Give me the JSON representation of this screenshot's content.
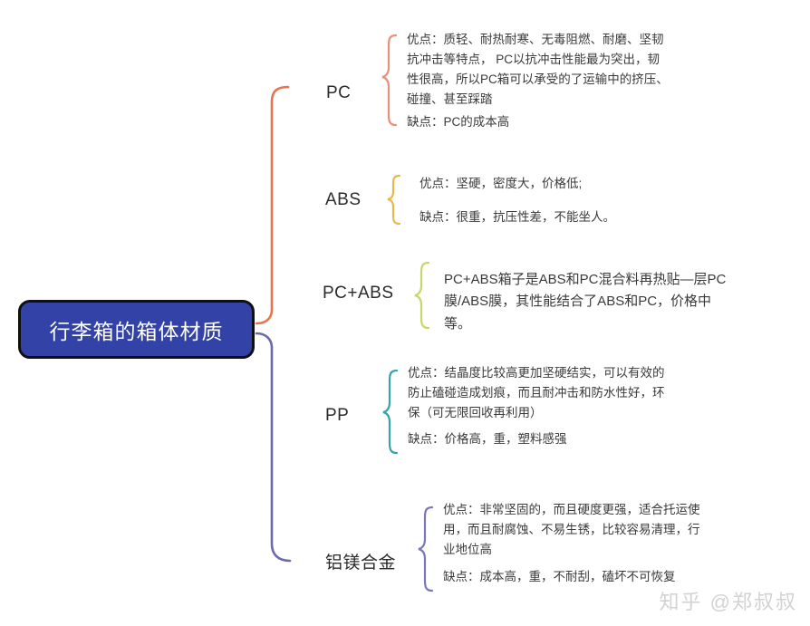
{
  "root": {
    "label": "行李箱的箱体材质",
    "fill_color": "#3342a6",
    "border_color": "#101010",
    "text_color": "#ffffff"
  },
  "connectors": {
    "upper_color": "#e8744f",
    "lower_color": "#6b6aad"
  },
  "branches": [
    {
      "id": "pc",
      "title": "PC",
      "brace_color": "#e8907c",
      "details": [
        "优点：质轻、耐热耐寒、无毒阻燃、耐磨、坚韧\n抗冲击等特点， PC以抗冲击性能最为突出，韧\n性很高，所以PC箱可以承受的了运输中的挤压、\n碰撞、甚至踩踏",
        "缺点：PC的成本高"
      ]
    },
    {
      "id": "abs",
      "title": "ABS",
      "brace_color": "#e8b94a",
      "details": [
        "优点：坚硬，密度大，价格低;",
        "缺点：很重，抗压性差，不能坐人。"
      ]
    },
    {
      "id": "pc-abs",
      "title": "PC+ABS",
      "brace_color": "#c3d86a",
      "details": [
        "PC+ABS箱子是ABS和PC混合料再热贴—层PC\n膜/ABS膜，其性能结合了ABS和PC，价格中\n等。"
      ]
    },
    {
      "id": "pp",
      "title": "PP",
      "brace_color": "#35a3a8",
      "details": [
        "优点：结晶度比较高更加坚硬结实，可以有效的\n防止磕碰造成划痕，而且耐冲击和防水性好，环\n保（可无限回收再利用）",
        "缺点：价格高，重，塑料感强"
      ]
    },
    {
      "id": "al-mg",
      "title": "铝镁合金",
      "brace_color": "#7a78b8",
      "details": [
        "优点：非常坚固的，而且硬度更强，适合托运使\n用，而且耐腐蚀、不易生锈，比较容易清理，行\n业地位高",
        "缺点：成本高，重，不耐刮，磕坏不可恢复"
      ]
    }
  ],
  "watermark": "知乎 @郑叔叔"
}
